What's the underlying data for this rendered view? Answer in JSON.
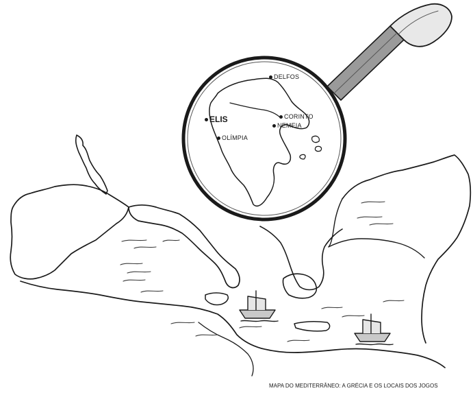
{
  "map": {
    "caption": "MAPA DO MEDITERRÂNEO: A GRÉCIA E OS LOCAIS DOS JOGOS",
    "ink_color": "#1a1a1a",
    "places": {
      "delfos": "DELFOS",
      "elis": "ELIS",
      "corinto": "CORINTO",
      "nemeia": "NEMEIA",
      "olimpia": "OLÍMPIA"
    }
  }
}
